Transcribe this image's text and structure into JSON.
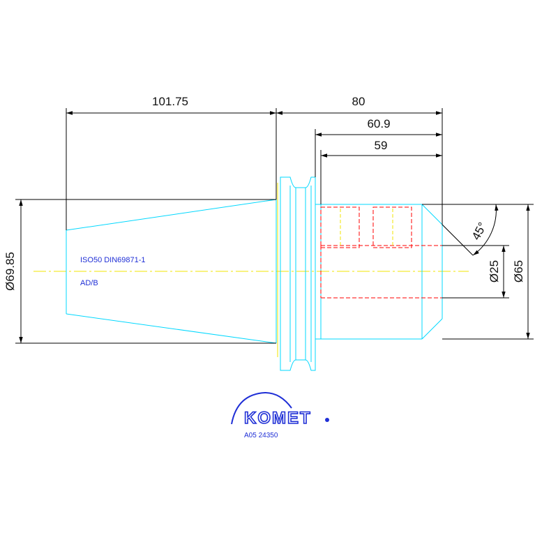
{
  "dimensions": {
    "taper_length": "101.75",
    "overall_length": "80",
    "length_60": "60.9",
    "length_59": "59",
    "flange_diameter": "Ø69.85",
    "bore_diameter": "Ø25",
    "body_diameter": "Ø65",
    "chamfer_angle": "45°"
  },
  "notes": {
    "standard": "ISO50 DIN69871-1",
    "coolant": "AD/B"
  },
  "brand": {
    "name": "KOMET",
    "part_code": "A05 24350"
  },
  "colors": {
    "outline": "#00d8ff",
    "hidden": "#ff0000",
    "centerline": "#f2e600",
    "dimension": "#000000",
    "text_blue": "#1f2fd6"
  }
}
